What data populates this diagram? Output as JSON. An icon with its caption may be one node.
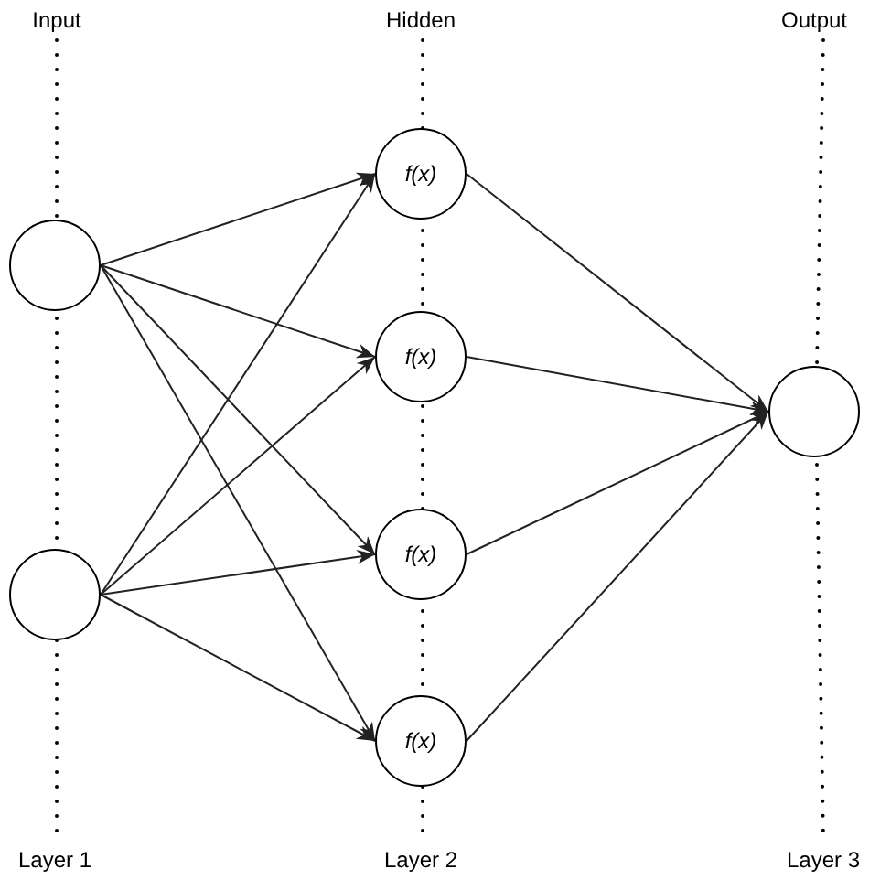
{
  "diagram": {
    "nodes": [
      {
        "text": [],
        "shape": "circle"
      },
      {
        "text": [],
        "shape": "circle"
      },
      {
        "text": [
          "f(x)"
        ]
      },
      {
        "text": [
          "f(x)"
        ]
      },
      {
        "text": [
          "f(x)"
        ]
      },
      {
        "text": [
          "f(x)"
        ]
      },
      {
        "text": [],
        "shape": "circle"
      }
    ],
    "edges": [
      {
        "from": 0,
        "to": 2,
        "arrow": "to"
      },
      {
        "from": 0,
        "to": 3,
        "arrow": "to"
      },
      {
        "from": 0,
        "to": 4,
        "arrow": "to"
      },
      {
        "from": 0,
        "to": 5,
        "arrow": "to"
      },
      {
        "from": 1,
        "to": 2,
        "arrow": "to"
      },
      {
        "from": 1,
        "to": 3,
        "arrow": "to"
      },
      {
        "from": 1,
        "to": 4,
        "arrow": "to"
      },
      {
        "from": 1,
        "to": 5,
        "arrow": "to"
      },
      {
        "from": 2,
        "to": 6,
        "arrow": "to"
      },
      {
        "from": 3,
        "to": 6,
        "arrow": "to"
      },
      {
        "from": 4,
        "to": 6,
        "arrow": "to"
      },
      {
        "from": 5,
        "to": 6,
        "arrow": "to"
      }
    ],
    "labels": [
      "Input",
      "Hidden",
      "Output",
      "Layer 1",
      "Layer 2",
      "Layer 3"
    ]
  }
}
